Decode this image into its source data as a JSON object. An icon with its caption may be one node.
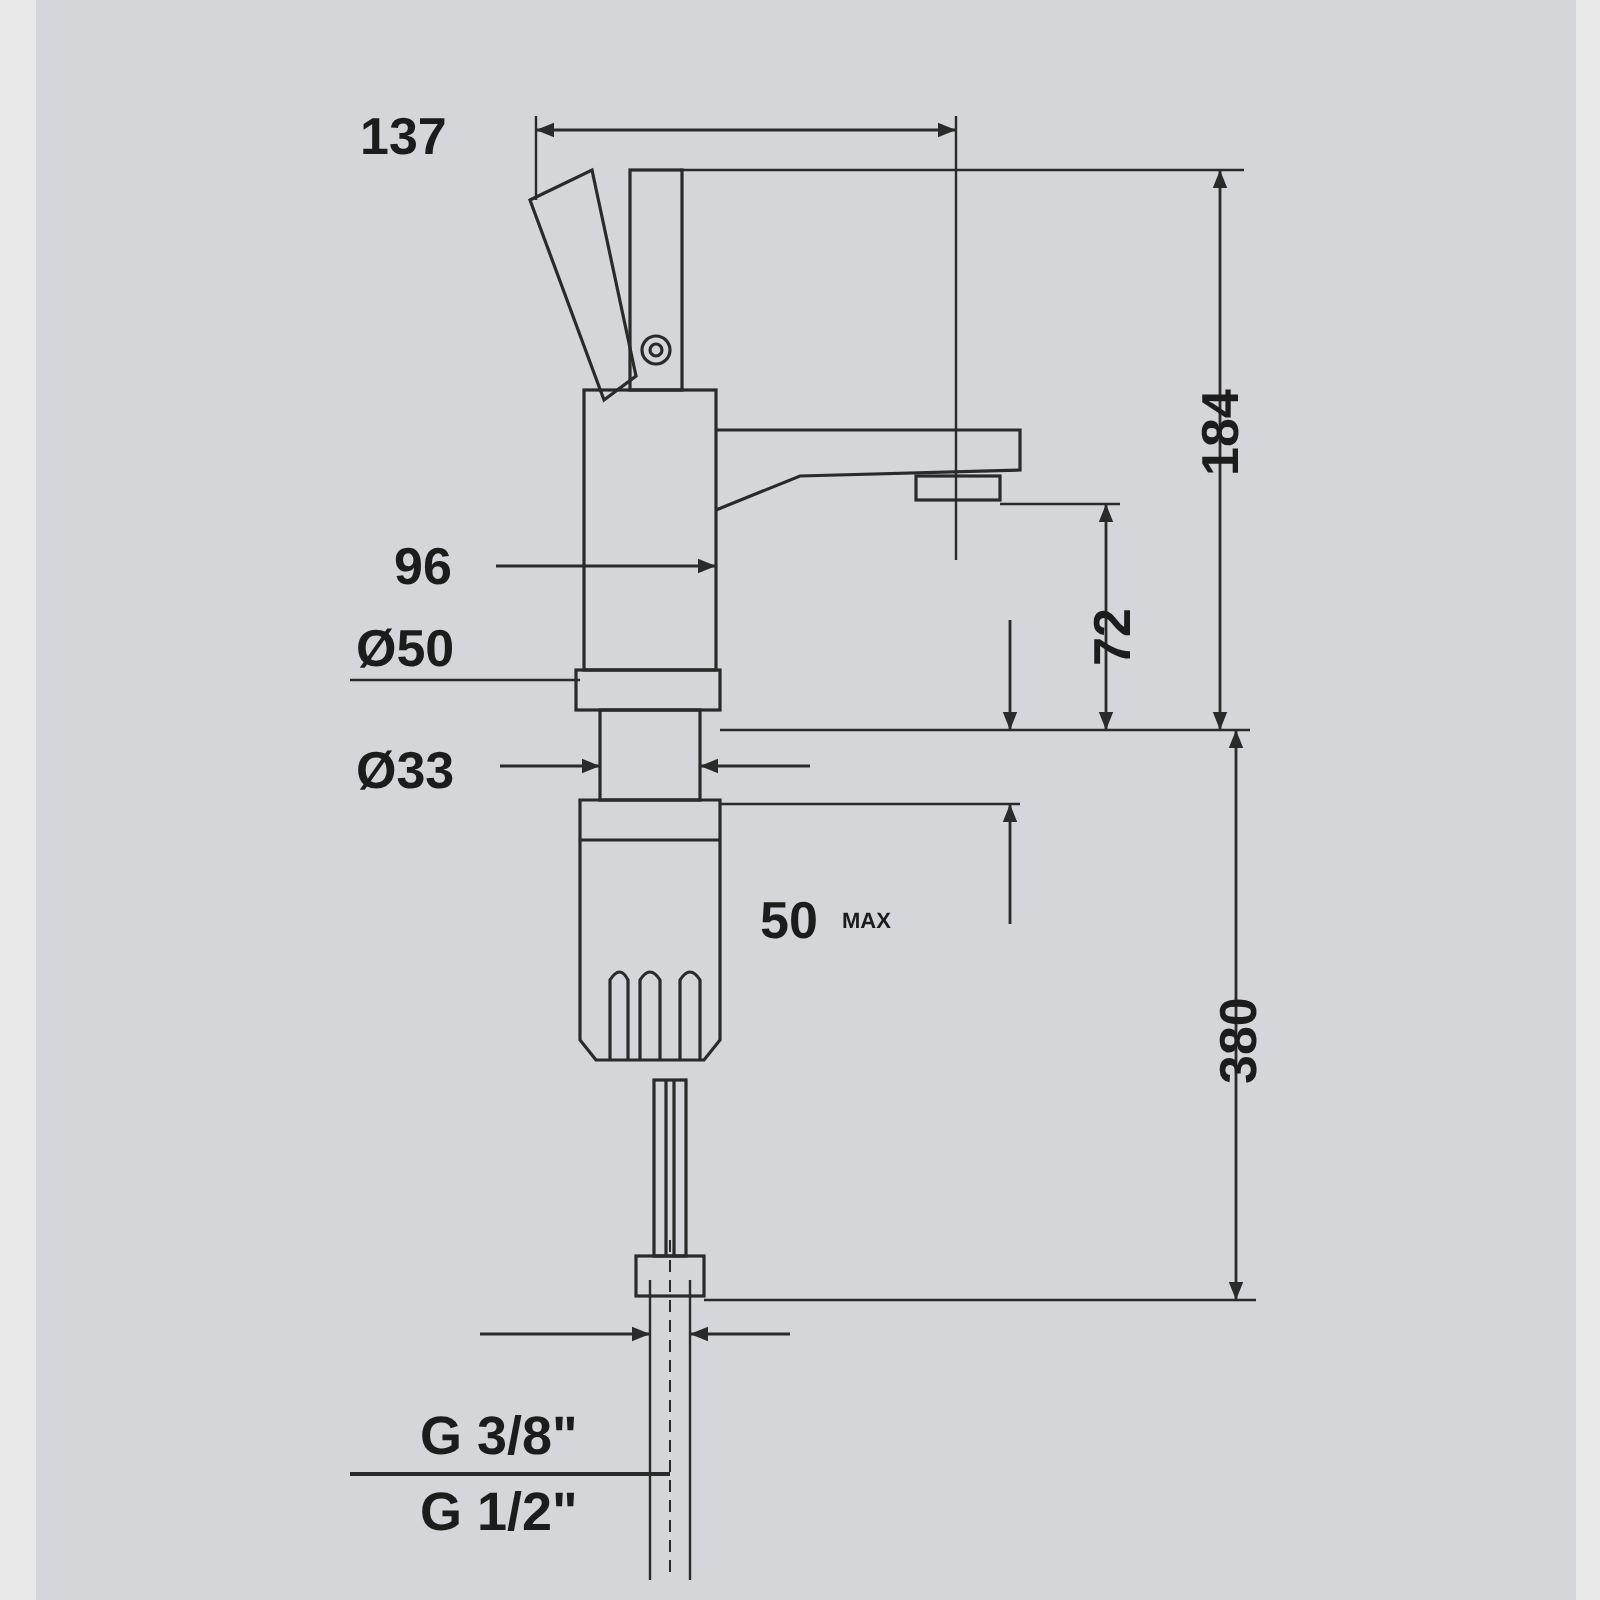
{
  "diagram": {
    "labels": [
      "137",
      "184",
      "96",
      "72",
      "Ø50",
      "Ø33",
      "50",
      "MAX",
      "380",
      "G 3/8\"",
      "G 1/2\""
    ]
  }
}
